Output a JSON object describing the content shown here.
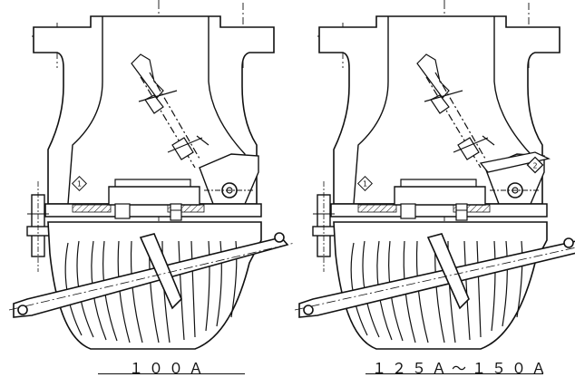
{
  "figures": [
    {
      "id": "left",
      "caption": "１００Ａ",
      "marker": "1",
      "has_second_marker": false
    },
    {
      "id": "right",
      "caption": "１２５Ａ～１５０Ａ",
      "marker": "1",
      "second_marker": "2",
      "has_second_marker": true
    }
  ],
  "colors": {
    "line": "#111111",
    "fill": "#ffffff",
    "hatch": "#222222"
  }
}
